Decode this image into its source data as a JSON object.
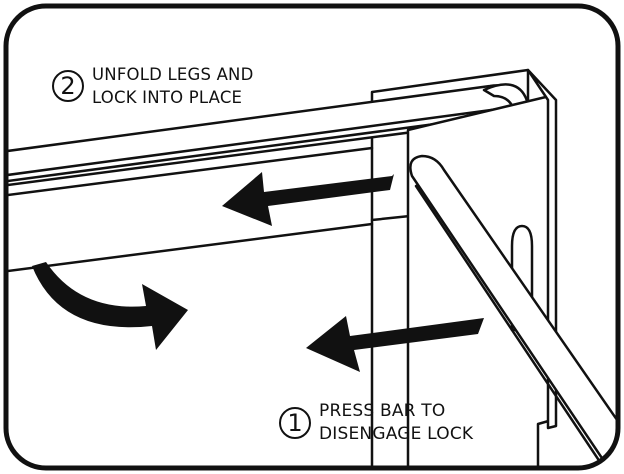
{
  "steps": [
    {
      "number": "1",
      "lines": [
        "PRESS BAR TO",
        "DISENGAGE LOCK"
      ]
    },
    {
      "number": "2",
      "lines": [
        "UNFOLD LEGS AND",
        "LOCK INTO PLACE"
      ]
    }
  ],
  "colors": {
    "ink": "#111111",
    "paper": "#ffffff"
  }
}
